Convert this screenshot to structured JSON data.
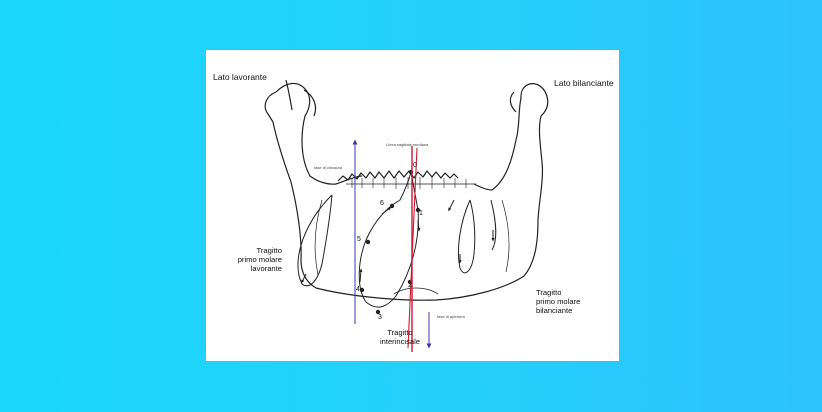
{
  "diagram": {
    "labels": {
      "working_side": "Lato lavorante",
      "balancing_side": "Lato bilanciante",
      "working_molar_path": [
        "Tragitto",
        "primo molare",
        "lavorante"
      ],
      "balancing_molar_path": [
        "Tragitto",
        "primo molare",
        "bilanciante"
      ],
      "interincisal_path": [
        "Tragitto",
        "interincisale"
      ],
      "midsagittal_line": "Linea sagittale mediana",
      "closing_phase": "fase di chiusura",
      "opening_phase": "fase di apertura"
    },
    "points": [
      "0",
      "1",
      "2",
      "3",
      "4",
      "5",
      "6"
    ],
    "colors": {
      "background_left": "#1ad7fb",
      "background_right": "#2cc2fb",
      "card": "#ffffff",
      "outline": "#222222",
      "midline": "#cc1a33",
      "arrow": "#3a3ab0"
    }
  }
}
